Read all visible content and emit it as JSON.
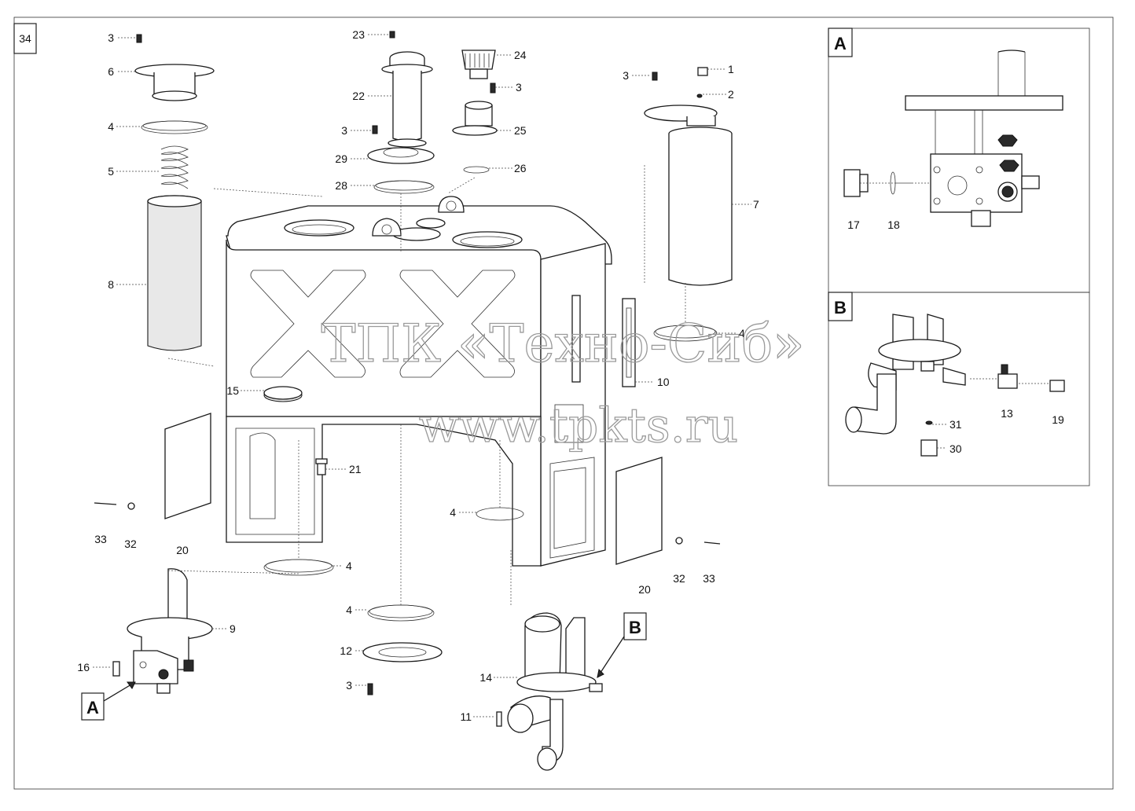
{
  "sheet": {
    "number": "34"
  },
  "views": {
    "a": {
      "label": "A"
    },
    "b": {
      "label": "B"
    }
  },
  "callouts": {
    "a_arrow": "A",
    "b_arrow": "B"
  },
  "part_numbers": {
    "n1": "1",
    "n2": "2",
    "n3a": "3",
    "n3b": "3",
    "n3c": "3",
    "n3d": "3",
    "n3e": "3",
    "n4a": "4",
    "n4b": "4",
    "n4c": "4",
    "n4d": "4",
    "n4e": "4",
    "n5": "5",
    "n6": "6",
    "n7": "7",
    "n8": "8",
    "n9": "9",
    "n10": "10",
    "n11": "11",
    "n12": "12",
    "n13": "13",
    "n14": "14",
    "n15": "15",
    "n16": "16",
    "n17": "17",
    "n18": "18",
    "n19": "19",
    "n20a": "20",
    "n20b": "20",
    "n21": "21",
    "n22": "22",
    "n23": "23",
    "n24": "24",
    "n25": "25",
    "n26": "26",
    "n28": "28",
    "n29": "29",
    "n30": "30",
    "n31": "31",
    "n32a": "32",
    "n32b": "32",
    "n33a": "33",
    "n33b": "33"
  },
  "watermark": {
    "line1": "ТПК «Техно-Сиб»",
    "line2": "www.tpkts.ru"
  }
}
